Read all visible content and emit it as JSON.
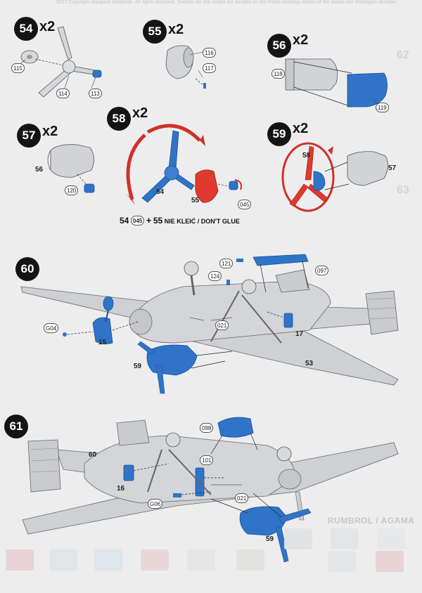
{
  "header_text": "2017 Copyright Margaret Waberski. All rights reserved. Stickers for this model are located on the Polish Marking sheets of the plastic kits Wellington Bomber.",
  "steps": {
    "s54": {
      "num": "54",
      "mult": "x2",
      "parts": [
        "115",
        "114",
        "113"
      ]
    },
    "s55": {
      "num": "55",
      "mult": "x2",
      "parts": [
        "116",
        "117"
      ]
    },
    "s56": {
      "num": "56",
      "mult": "x2",
      "parts": [
        "118",
        "119"
      ]
    },
    "s57": {
      "num": "57",
      "mult": "x2",
      "parts": [
        "56",
        "120"
      ]
    },
    "s58": {
      "num": "58",
      "mult": "x2",
      "parts": [
        "54",
        "55",
        "045"
      ]
    },
    "s59": {
      "num": "59",
      "mult": "x2",
      "parts": [
        "58",
        "57"
      ]
    },
    "s60": {
      "num": "60",
      "parts": [
        "121",
        "124",
        "097",
        "G04",
        "15",
        "021",
        "17",
        "59",
        "53"
      ]
    },
    "s61": {
      "num": "61",
      "parts": [
        "098",
        "60",
        "101",
        "16",
        "G06",
        "021",
        "59"
      ]
    }
  },
  "glue_note": {
    "a": "54",
    "b": "045",
    "plus": "+",
    "c": "55",
    "text": "NIE KLEIĆ / DON'T GLUE"
  },
  "ghost_numbers": [
    "62",
    "63"
  ],
  "paint_brand": "RUMBROL / AGAMA",
  "colors": {
    "blue": "#2f74c8",
    "red": "#e03a2e",
    "grey": "#cfd0d3",
    "black": "#141414"
  }
}
